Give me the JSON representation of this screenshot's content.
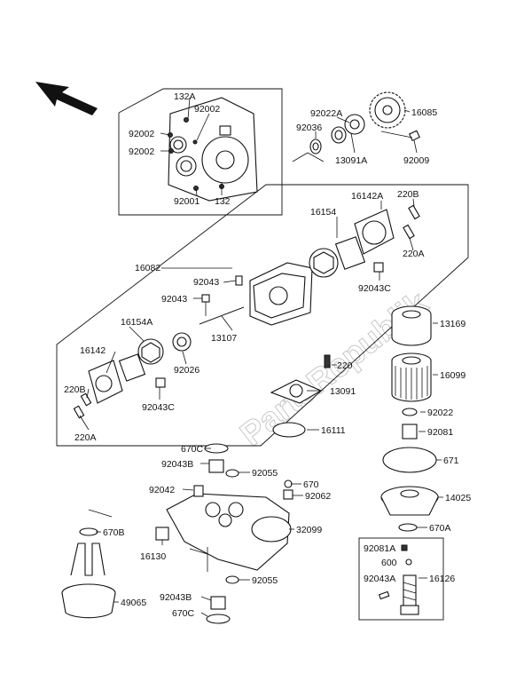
{
  "watermark": "PartsRepublik",
  "labels": {
    "p132A": "132A",
    "p92002a": "92002",
    "p92002b": "92002",
    "p92002c": "92002",
    "p92001": "92001",
    "p132": "132",
    "p92022A": "92022A",
    "p92036": "92036",
    "p13091A": "13091A",
    "p16085": "16085",
    "p92009": "92009",
    "p16142A": "16142A",
    "p220B_r": "220B",
    "p16154": "16154",
    "p220A_r": "220A",
    "p92043C_r": "92043C",
    "p16082": "16082",
    "p92043a": "92043",
    "p92043b": "92043",
    "p16154A": "16154A",
    "p13107": "13107",
    "p16142": "16142",
    "p92026": "92026",
    "p220B_l": "220B",
    "p92043C_l": "92043C",
    "p220A_l": "220A",
    "p13169": "13169",
    "p220": "220",
    "p16099": "16099",
    "p13091": "13091",
    "p92022": "92022",
    "p16111": "16111",
    "p92081": "92081",
    "p670C_t": "670C",
    "p92043B_t": "92043B",
    "p92055_t": "92055",
    "p671": "671",
    "p670": "670",
    "p92042": "92042",
    "p92062": "92062",
    "p14025": "14025",
    "p670B": "670B",
    "p32099": "32099",
    "p670A": "670A",
    "p16130": "16130",
    "p92081A": "92081A",
    "p600": "600",
    "p92043A": "92043A",
    "p16126": "16126",
    "p92055_b": "92055",
    "p49065": "49065",
    "p92043B_b": "92043B",
    "p670C_b": "670C"
  }
}
